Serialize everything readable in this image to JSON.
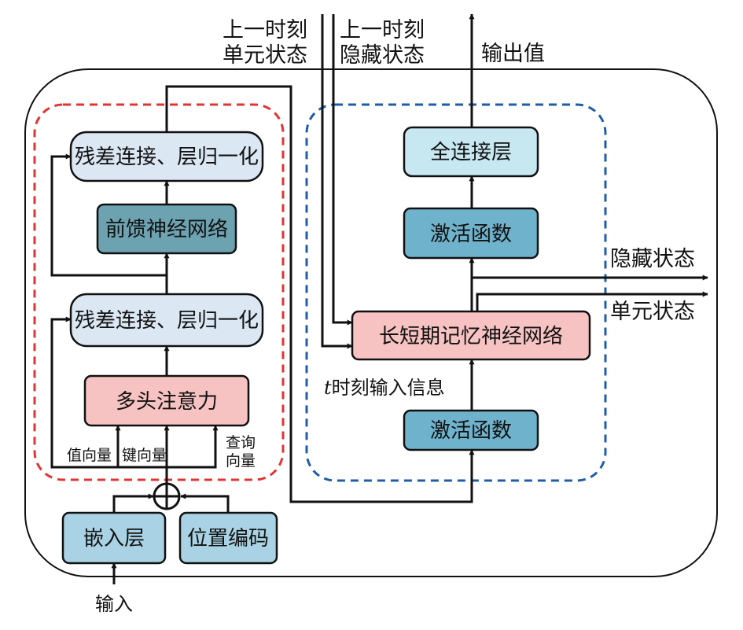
{
  "colors": {
    "light_blue": "#DCE7F4",
    "dark_teal": "#6DA2B1",
    "pink": "#F6C2C2",
    "sky_blue": "#A9D3E4",
    "cyan_light": "#C7E8F1",
    "teal_blue": "#6FB2CB",
    "red_dash": "#E03434",
    "blue_dash": "#1F5DA8",
    "stroke": "#111111"
  },
  "transformer": {
    "residual_top": "残差连接、层归一化",
    "ffn": "前馈神经网络",
    "residual_bottom": "残差连接、层归一化",
    "attention": "多头注意力",
    "value_vector": "值向量",
    "key_vector": "键向量",
    "query_vector_line1": "查询",
    "query_vector_line2": "向量"
  },
  "bottom": {
    "embedding": "嵌入层",
    "position_encoding": "位置编码",
    "input": "输入"
  },
  "lstm": {
    "fc": "全连接层",
    "activation_top": "激活函数",
    "lstm_net": "长短期记忆神经网络",
    "activation_bottom": "激活函数",
    "input_info_var": "t",
    "input_info_text": "时刻输入信息"
  },
  "top": {
    "prev_cell_line1": "上一时刻",
    "prev_cell_line2": "单元状态",
    "prev_hidden_line1": "上一时刻",
    "prev_hidden_line2": "隐藏状态",
    "output_value": "输出值"
  },
  "right": {
    "hidden_state": "隐藏状态",
    "cell_state": "单元状态"
  }
}
